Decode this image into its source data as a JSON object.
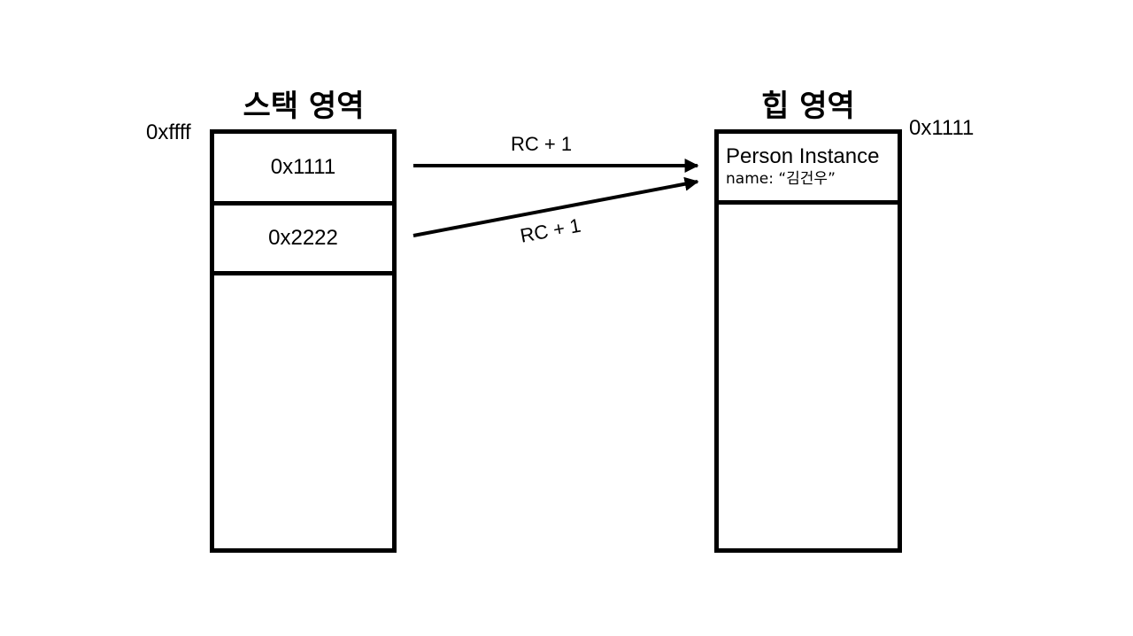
{
  "stack": {
    "title": "스택 영역",
    "top_address": "0xffff",
    "cells": [
      "0x1111",
      "0x2222"
    ]
  },
  "heap": {
    "title": "힙 영역",
    "address": "0x1111",
    "instance": {
      "title": "Person Instance",
      "field": "name: “김건우”"
    }
  },
  "references": [
    {
      "from": "0x1111",
      "to": "Person Instance",
      "label": "RC + 1"
    },
    {
      "from": "0x2222",
      "to": "Person Instance",
      "label": "RC + 1"
    }
  ],
  "colors": {
    "stroke": "#000000",
    "background": "#ffffff"
  }
}
